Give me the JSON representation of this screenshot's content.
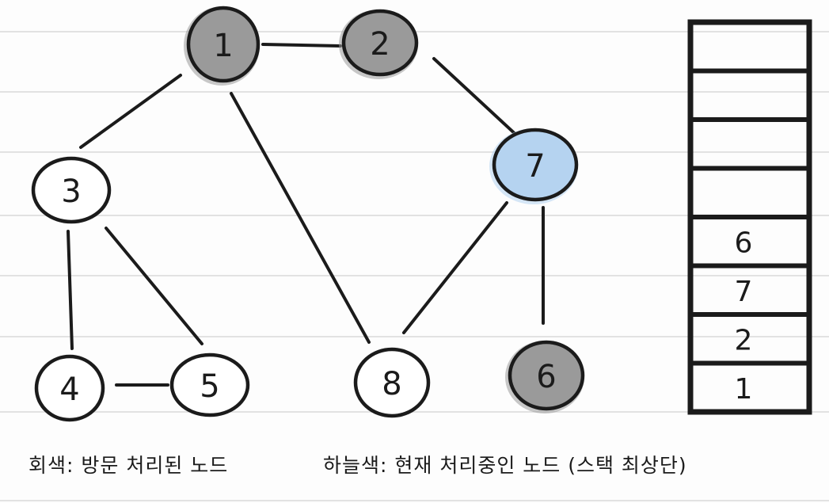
{
  "colors": {
    "visited": "#9a9a9a",
    "current": "#b5d3f0",
    "unvisited": "#ffffff",
    "ink": "#1b1b1b"
  },
  "graph": {
    "nodes": [
      {
        "id": "1",
        "label": "1",
        "state": "visited"
      },
      {
        "id": "2",
        "label": "2",
        "state": "visited"
      },
      {
        "id": "3",
        "label": "3",
        "state": "unvisited"
      },
      {
        "id": "4",
        "label": "4",
        "state": "unvisited"
      },
      {
        "id": "5",
        "label": "5",
        "state": "unvisited"
      },
      {
        "id": "6",
        "label": "6",
        "state": "visited"
      },
      {
        "id": "7",
        "label": "7",
        "state": "current"
      },
      {
        "id": "8",
        "label": "8",
        "state": "unvisited"
      }
    ],
    "edges": [
      [
        "1",
        "2"
      ],
      [
        "1",
        "3"
      ],
      [
        "1",
        "8"
      ],
      [
        "2",
        "7"
      ],
      [
        "3",
        "4"
      ],
      [
        "3",
        "5"
      ],
      [
        "4",
        "5"
      ],
      [
        "7",
        "8"
      ],
      [
        "7",
        "6"
      ]
    ]
  },
  "stack": {
    "slots": 8,
    "items_top_to_bottom": [
      "6",
      "7",
      "2",
      "1"
    ]
  },
  "legend": {
    "visited": "회색: 방문 처리된 노드",
    "current": "하늘색: 현재 처리중인 노드 (스택 최상단)"
  }
}
